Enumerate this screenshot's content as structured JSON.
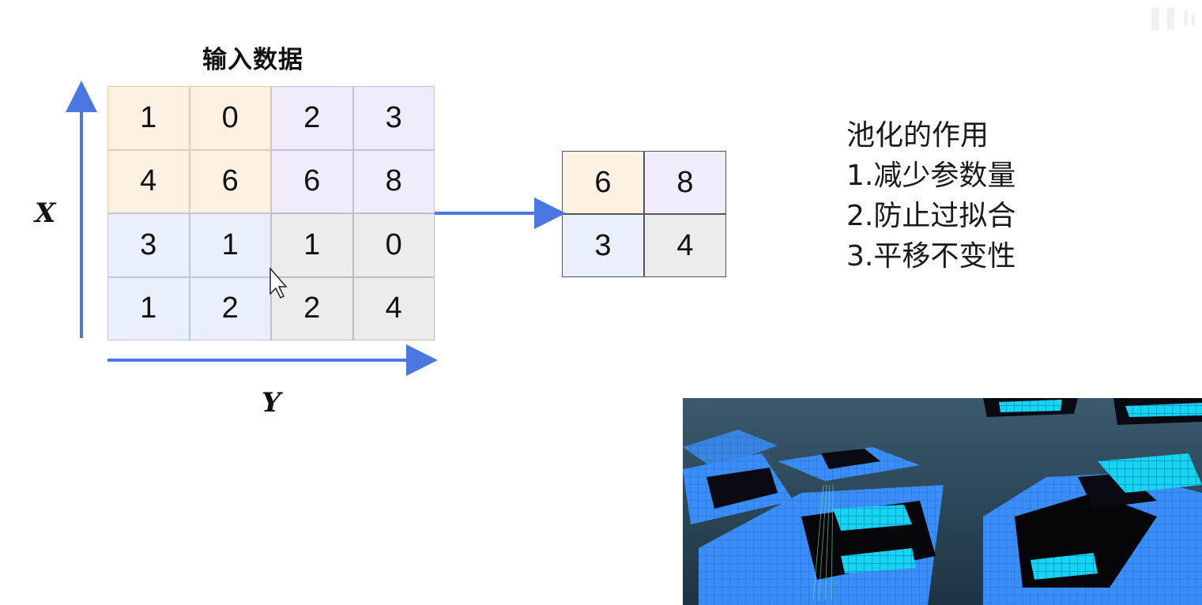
{
  "input_title": "输入数据",
  "axis": {
    "x_label": "X",
    "y_label": "Y"
  },
  "input_grid": [
    [
      1,
      0,
      2,
      3
    ],
    [
      4,
      6,
      6,
      8
    ],
    [
      3,
      1,
      1,
      0
    ],
    [
      1,
      2,
      2,
      4
    ]
  ],
  "output_grid": [
    [
      6,
      8
    ],
    [
      3,
      4
    ]
  ],
  "notes": {
    "heading": "池化的作用",
    "items": [
      "1.减少参数量",
      "2.防止过拟合",
      "3.平移不变性"
    ]
  },
  "colors": {
    "arrow": "#4a78e0",
    "orange_region": "#fdf1e3",
    "purple_region": "#f0ecfb",
    "blue_region": "#eaf0fb",
    "gray_region": "#ececec"
  }
}
